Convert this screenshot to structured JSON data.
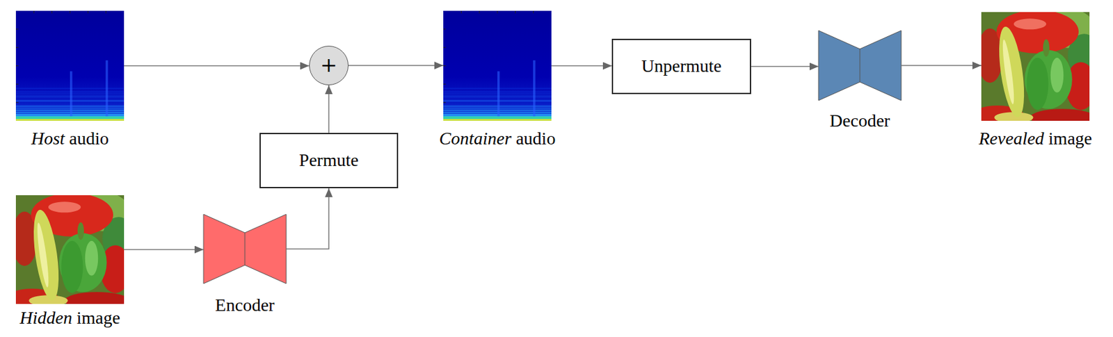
{
  "diagram": {
    "nodes": [
      {
        "text": [
          "Host audio"
        ]
      },
      {
        "text": [
          "+"
        ]
      },
      {
        "text": [
          "Container audio"
        ]
      },
      {
        "text": [
          "Unpermute"
        ]
      },
      {
        "text": [
          "Decoder"
        ]
      },
      {
        "text": [
          "Revealed image"
        ]
      },
      {
        "text": [
          "Hidden image"
        ]
      },
      {
        "text": [
          "Encoder"
        ]
      },
      {
        "text": [
          "Permute"
        ]
      }
    ],
    "edges": [
      {
        "from": 0,
        "to": 1,
        "arrow": "to"
      },
      {
        "from": 1,
        "to": 2,
        "arrow": "to"
      },
      {
        "from": 2,
        "to": 3,
        "arrow": "to"
      },
      {
        "from": 3,
        "to": 4,
        "arrow": "to"
      },
      {
        "from": 4,
        "to": 5,
        "arrow": "to"
      },
      {
        "from": 6,
        "to": 7,
        "arrow": "to"
      },
      {
        "from": 7,
        "to": 8,
        "arrow": "to"
      },
      {
        "from": 8,
        "to": 1,
        "arrow": "to"
      }
    ]
  }
}
